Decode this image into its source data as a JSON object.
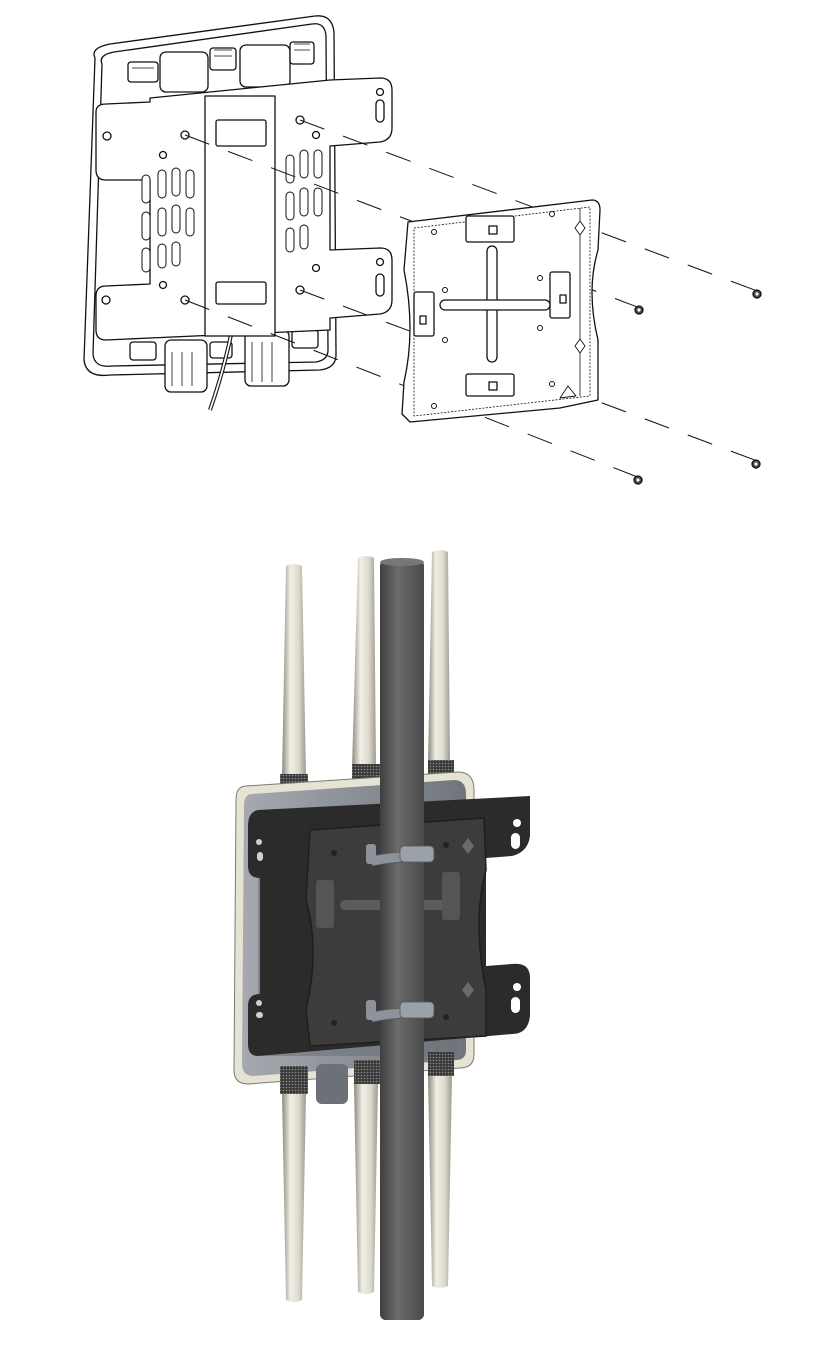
{
  "figures": [
    {
      "id": "exploded-view",
      "description": "Line drawing: rear of outdoor access point with mounting brackets, pole-mount plate and four screws shown exploded with dashed alignment lines",
      "parts": [
        "access-point-rear",
        "wall-mount-bracket",
        "pole-mount-plate",
        "screws"
      ],
      "screw_count": 4
    },
    {
      "id": "assembled-view",
      "description": "Shaded render: access point mounted on a vertical pole with bracket, pole plate and two hose clamps; six antennas (three up, three down)",
      "parts": [
        "access-point",
        "antennas",
        "bracket",
        "pole-mount-plate",
        "hose-clamps",
        "pole"
      ],
      "antenna_count": 6,
      "clamp_count": 2,
      "colors": {
        "pole": "#5f5f5f",
        "bracket": "#2b2b2b",
        "plate": "#3c3c3c",
        "housing": "#8e9298",
        "housing_rim": "#e7e3d4",
        "antenna": "#dedbcc",
        "clamp": "#8d939b"
      }
    }
  ]
}
